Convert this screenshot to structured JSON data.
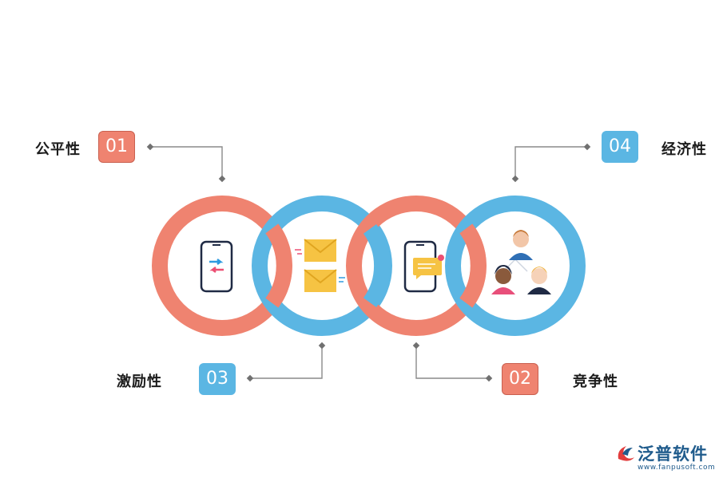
{
  "items": [
    {
      "label": "公平性",
      "number": "01",
      "color": "#ef8370"
    },
    {
      "label": "竞争性",
      "number": "02",
      "color": "#ef8370"
    },
    {
      "label": "激励性",
      "number": "03",
      "color": "#5bb6e3"
    },
    {
      "label": "经济性",
      "number": "04",
      "color": "#5bb6e3"
    }
  ],
  "ring_colors": {
    "coral": "#ef8370",
    "blue": "#5bb6e3"
  },
  "icons": [
    "phone-transfer-icon",
    "envelopes-icon",
    "phone-message-icon",
    "team-people-icon"
  ],
  "watermark": {
    "name": "泛普软件",
    "url": "www.fanpusoft.com"
  }
}
